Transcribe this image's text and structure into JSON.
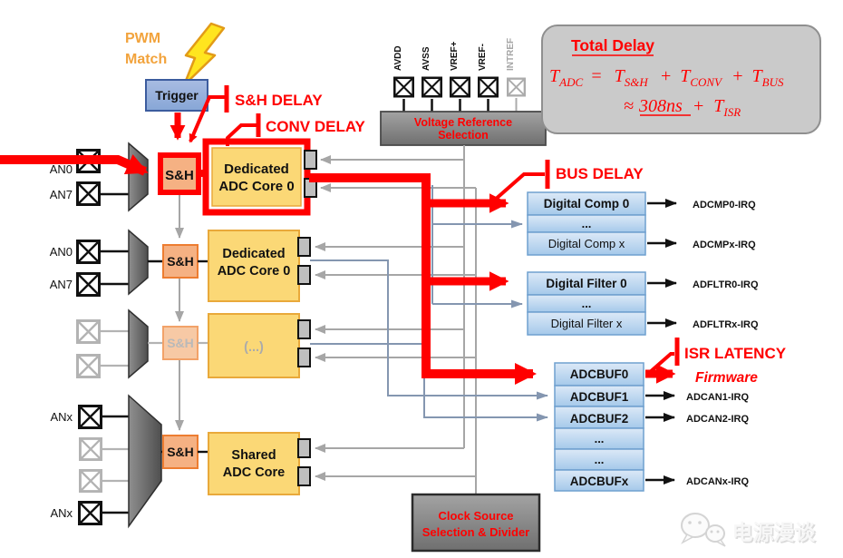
{
  "colors": {
    "red": "#FF0000",
    "orange": "#F2A33C",
    "core_fill": "#FBD876",
    "core_border": "#E9A93B",
    "sh_fill": "#F5B183",
    "sh_border": "#ED7D31",
    "trigger_fill": "#92ACD9",
    "blue_row_border": "#6FA0CF",
    "gray_line": "#A6A6A6",
    "result_bus": "#8496B0"
  },
  "annotations": {
    "pwm_line1": "PWM",
    "pwm_line2": "Match",
    "trigger": "Trigger",
    "sh_delay": "S&H DELAY",
    "conv_delay": "CONV DELAY",
    "bus_delay": "BUS DELAY",
    "isr_latency": "ISR LATENCY",
    "firmware": "Firmware"
  },
  "total_delay": {
    "title": "Total Delay",
    "t": "T",
    "sub_adc": "ADC",
    "eq": "=",
    "sub_sh": "S&H",
    "plus": "+",
    "sub_conv": "CONV",
    "sub_bus": "BUS",
    "approx": "≈",
    "value": "308ns",
    "sub_isr": "ISR"
  },
  "reference": {
    "pins": [
      "AVDD",
      "AVSS",
      "VREF+",
      "VREF-",
      "INTREF"
    ],
    "box_line1": "Voltage Reference",
    "box_line2": "Selection"
  },
  "clock": {
    "line1": "Clock Source",
    "line2": "Selection & Divider"
  },
  "channels": {
    "group1": [
      "AN0",
      "AN7"
    ],
    "group2": [
      "AN0",
      "AN7"
    ],
    "group4_top": "ANx",
    "group4_bottom": "ANx"
  },
  "sh_label": "S&H",
  "cores": {
    "core1_line1": "Dedicated",
    "core1_line2": "ADC Core 0",
    "core2_line1": "Dedicated",
    "core2_line2": "ADC Core 0",
    "core3": "(...)",
    "core4_line1": "Shared",
    "core4_line2": "ADC Core"
  },
  "digital_comp": {
    "rows": [
      "Digital Comp 0",
      "...",
      "Digital Comp x"
    ],
    "irq0": "ADCMP0-IRQ",
    "irqx": "ADCMPx-IRQ"
  },
  "digital_filter": {
    "rows": [
      "Digital Filter 0",
      "...",
      "Digital Filter x"
    ],
    "irq0": "ADFLTR0-IRQ",
    "irqx": "ADFLTRx-IRQ"
  },
  "adcbuf": {
    "rows": [
      "ADCBUF0",
      "ADCBUF1",
      "ADCBUF2",
      "...",
      "...",
      "ADCBUFx"
    ],
    "irq1": "ADCAN1-IRQ",
    "irq2": "ADCAN2-IRQ",
    "irqx": "ADCANx-IRQ"
  },
  "watermark": "电源漫谈"
}
